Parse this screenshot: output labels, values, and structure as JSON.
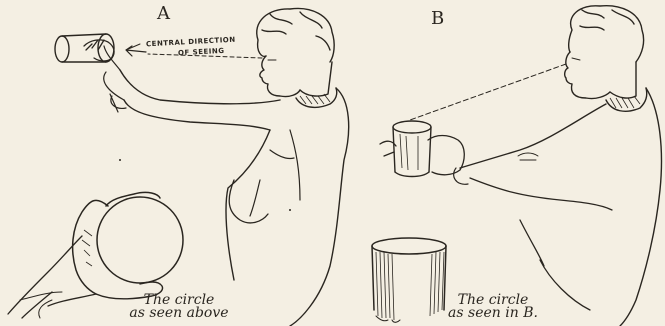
{
  "panel_a": {
    "letter": "A",
    "annotation_line1": "CENTRAL DIRECTION",
    "annotation_line2": "OF SEEING",
    "caption_line1": "The circle",
    "caption_line2": "as seen above"
  },
  "panel_b": {
    "letter": "B",
    "caption_line1": "The circle",
    "caption_line2": "as seen in B."
  },
  "colors": {
    "paper": "#f4efe3",
    "ink": "#2a2620"
  }
}
